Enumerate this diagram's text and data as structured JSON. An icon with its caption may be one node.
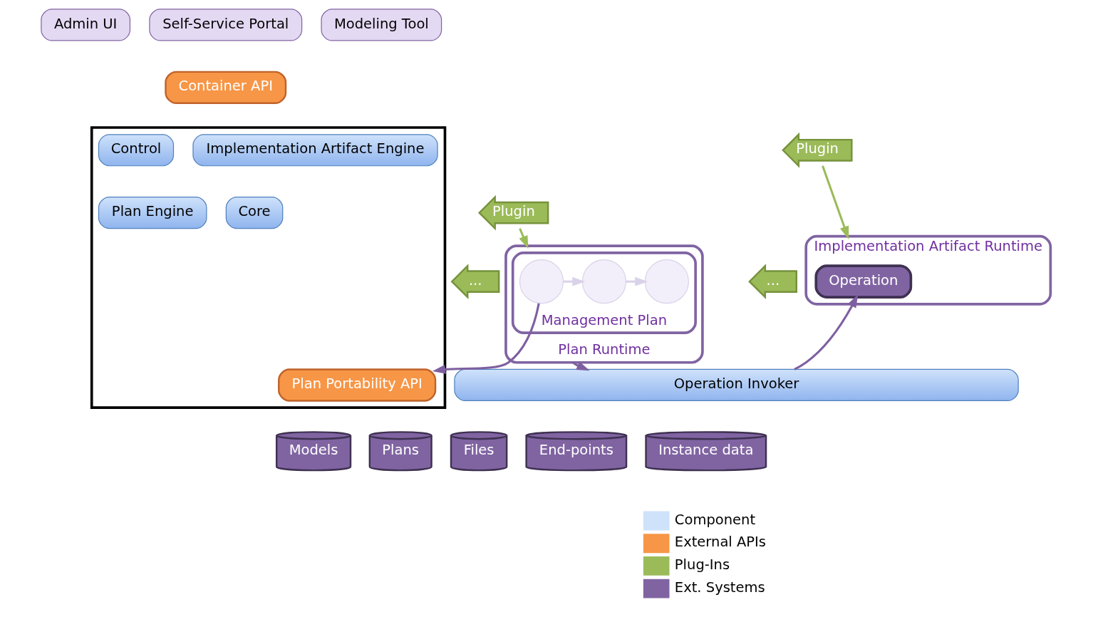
{
  "diagram": {
    "nodes": [
      {
        "text": [
          "Admin UI"
        ]
      },
      {
        "text": [
          "Self-Service Portal"
        ]
      },
      {
        "text": [
          "Modeling Tool"
        ]
      },
      {
        "text": [
          "Container API"
        ]
      },
      {
        "text": [],
        "shape": "box"
      },
      {
        "text": [
          "Control"
        ],
        "in": 4
      },
      {
        "text": [
          "Implementation Artifact Engine"
        ],
        "in": 4
      },
      {
        "text": [
          "Plugin"
        ]
      },
      {
        "text": [
          "..."
        ]
      },
      {
        "text": [
          "Operation Invoker"
        ]
      },
      {
        "text": [
          "Core"
        ],
        "in": 4
      },
      {
        "text": [
          "Plan Engine"
        ],
        "in": 4
      },
      {
        "text": [
          "Plugin"
        ]
      },
      {
        "text": [
          "..."
        ]
      },
      {
        "text": [
          "Plan Portability API"
        ],
        "in": 4
      },
      {
        "text": [
          "Models"
        ]
      },
      {
        "text": [
          "Files"
        ]
      },
      {
        "text": [
          "Plans"
        ]
      },
      {
        "text": [
          "End-points"
        ]
      },
      {
        "text": [
          "Instance data"
        ]
      },
      {
        "text": [
          "Implementation Artifact Runtime"
        ]
      },
      {
        "text": [
          "Operation"
        ],
        "in": 20
      },
      {
        "text": [
          "Plan Runtime"
        ]
      },
      {
        "text": [
          "Management Plan"
        ],
        "in": 22
      },
      {
        "text": [],
        "shape": "circle",
        "in": 23
      },
      {
        "text": [],
        "shape": "circle",
        "in": 23
      },
      {
        "text": [],
        "shape": "circle",
        "in": 23
      }
    ],
    "edges": [
      {
        "from": 7,
        "to": 20,
        "arrow": "to",
        "color": "#9bbb59"
      },
      {
        "from": 12,
        "to": 22,
        "arrow": "to",
        "color": "#9bbb59"
      },
      {
        "from": 9,
        "to": 21,
        "arrow": "to"
      },
      {
        "from": 22,
        "to": 9,
        "arrow": "to"
      },
      {
        "from": 24,
        "to": 14,
        "arrow": "to"
      },
      {
        "from": 24,
        "to": 25,
        "arrow": "to",
        "color": "#d9d2e9"
      },
      {
        "from": 25,
        "to": 26,
        "arrow": "to",
        "color": "#d9d2e9"
      }
    ],
    "legend": [
      {
        "text": "Component",
        "color": "#cfe2fb"
      },
      {
        "text": "External APIs",
        "color": "#f79646"
      },
      {
        "text": "Plug-Ins",
        "color": "#9bbb59"
      },
      {
        "text": "Ext. Systems",
        "color": "#8064a2"
      }
    ]
  }
}
